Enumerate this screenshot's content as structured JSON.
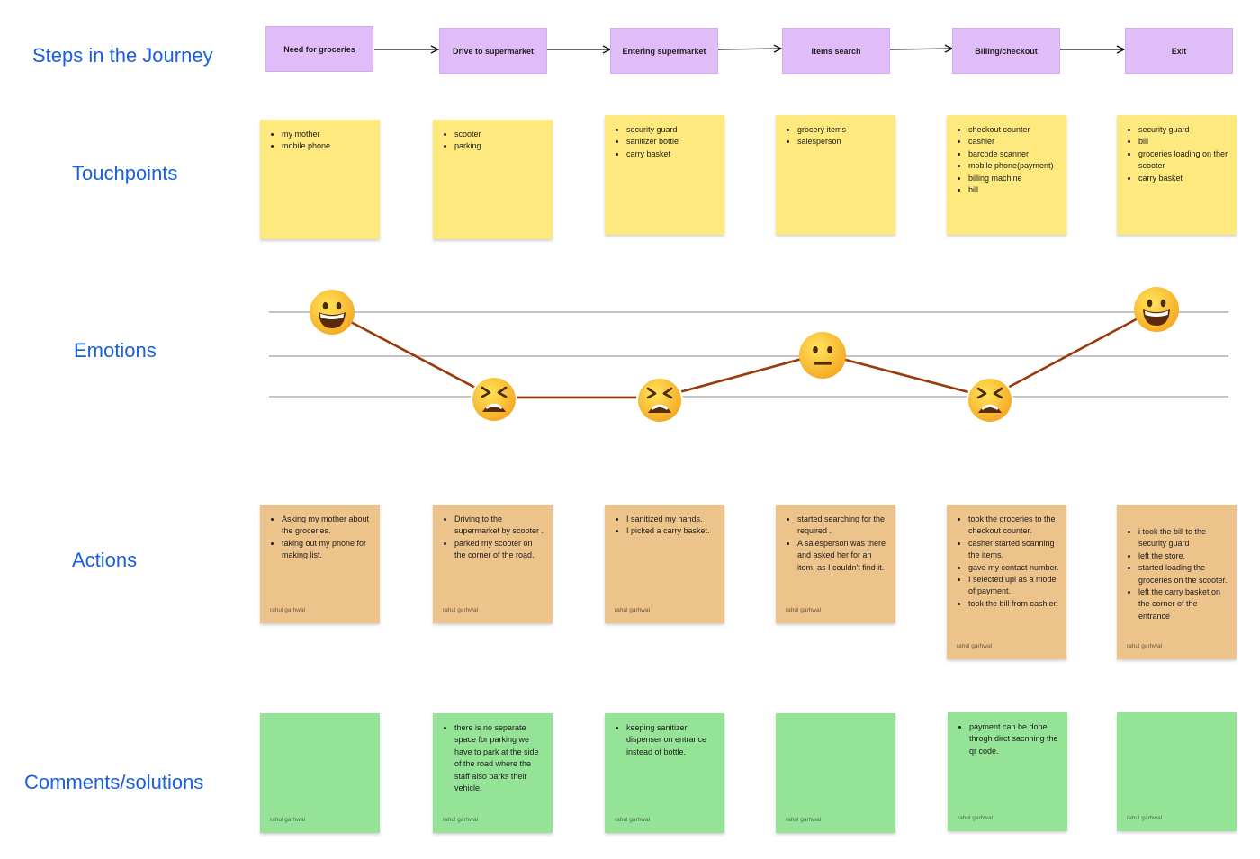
{
  "row_labels": {
    "steps": "Steps in the Journey",
    "touchpoints": "Touchpoints",
    "emotions": "Emotions",
    "actions": "Actions",
    "comments": "Comments/solutions"
  },
  "steps": [
    "Need for groceries",
    "Drive to supermarket",
    "Entering supermarket",
    "Items search",
    "Billing/checkout",
    "Exit"
  ],
  "touchpoints": [
    [
      "my mother",
      "mobile phone"
    ],
    [
      "scooter",
      "parking"
    ],
    [
      "security guard",
      "sanitizer bottle",
      "carry basket"
    ],
    [
      "grocery items",
      "salesperson"
    ],
    [
      "checkout counter",
      "cashier",
      "barcode scanner",
      "mobile phone(payment)",
      "billing machine",
      "bill"
    ],
    [
      "security guard",
      "bill",
      "groceries loading on ther scooter",
      "carry basket"
    ]
  ],
  "emotions": [
    "happy",
    "tired",
    "tired",
    "neutral",
    "tired",
    "happy"
  ],
  "emotion_colors": {
    "line": "#9a3a0c",
    "guide": "#888888"
  },
  "actions": [
    {
      "items": [
        "Asking my mother about the groceries.",
        "taking out my phone for making list."
      ],
      "author": "rahul garhwal"
    },
    {
      "items": [
        "Driving to the supermarket by scooter .",
        "parked my scooter on the corner of the road."
      ],
      "author": "rahul garhwal"
    },
    {
      "items": [
        "I sanitized my hands.",
        "I picked a carry basket."
      ],
      "author": "rahul garhwal"
    },
    {
      "items": [
        "started searching for the required .",
        "A salesperson was there and asked her for an item, as I couldn't find it."
      ],
      "author": "rahul garhwal"
    },
    {
      "items": [
        "took the groceries to the checkout counter.",
        "casher started scanning the items.",
        "gave my contact number.",
        "I selected upi as a mode of payment.",
        "took the bill from cashier."
      ],
      "author": "rahul garhwal"
    },
    {
      "items": [
        "i took the bill to the security guard",
        "left the store.",
        " started loading the groceries on the scooter.",
        "left the carry basket on the corner of the entrance"
      ],
      "author": "rahul garhwal"
    }
  ],
  "comments": [
    {
      "items": [],
      "author": "rahul garhwal"
    },
    {
      "items": [
        "there is no separate space for parking we have to park at the side of the road where the staff also parks their vehicle."
      ],
      "author": "rahul garhwal"
    },
    {
      "items": [
        "keeping sanitizer dispenser on entrance instead of bottle."
      ],
      "author": "rahul garhwal"
    },
    {
      "items": [],
      "author": "rahul garhwal"
    },
    {
      "items": [
        "payment can be done throgh dirct sacnning the qr code."
      ],
      "author": "rahul garhwal"
    },
    {
      "items": [],
      "author": "rahul garhwal"
    }
  ]
}
